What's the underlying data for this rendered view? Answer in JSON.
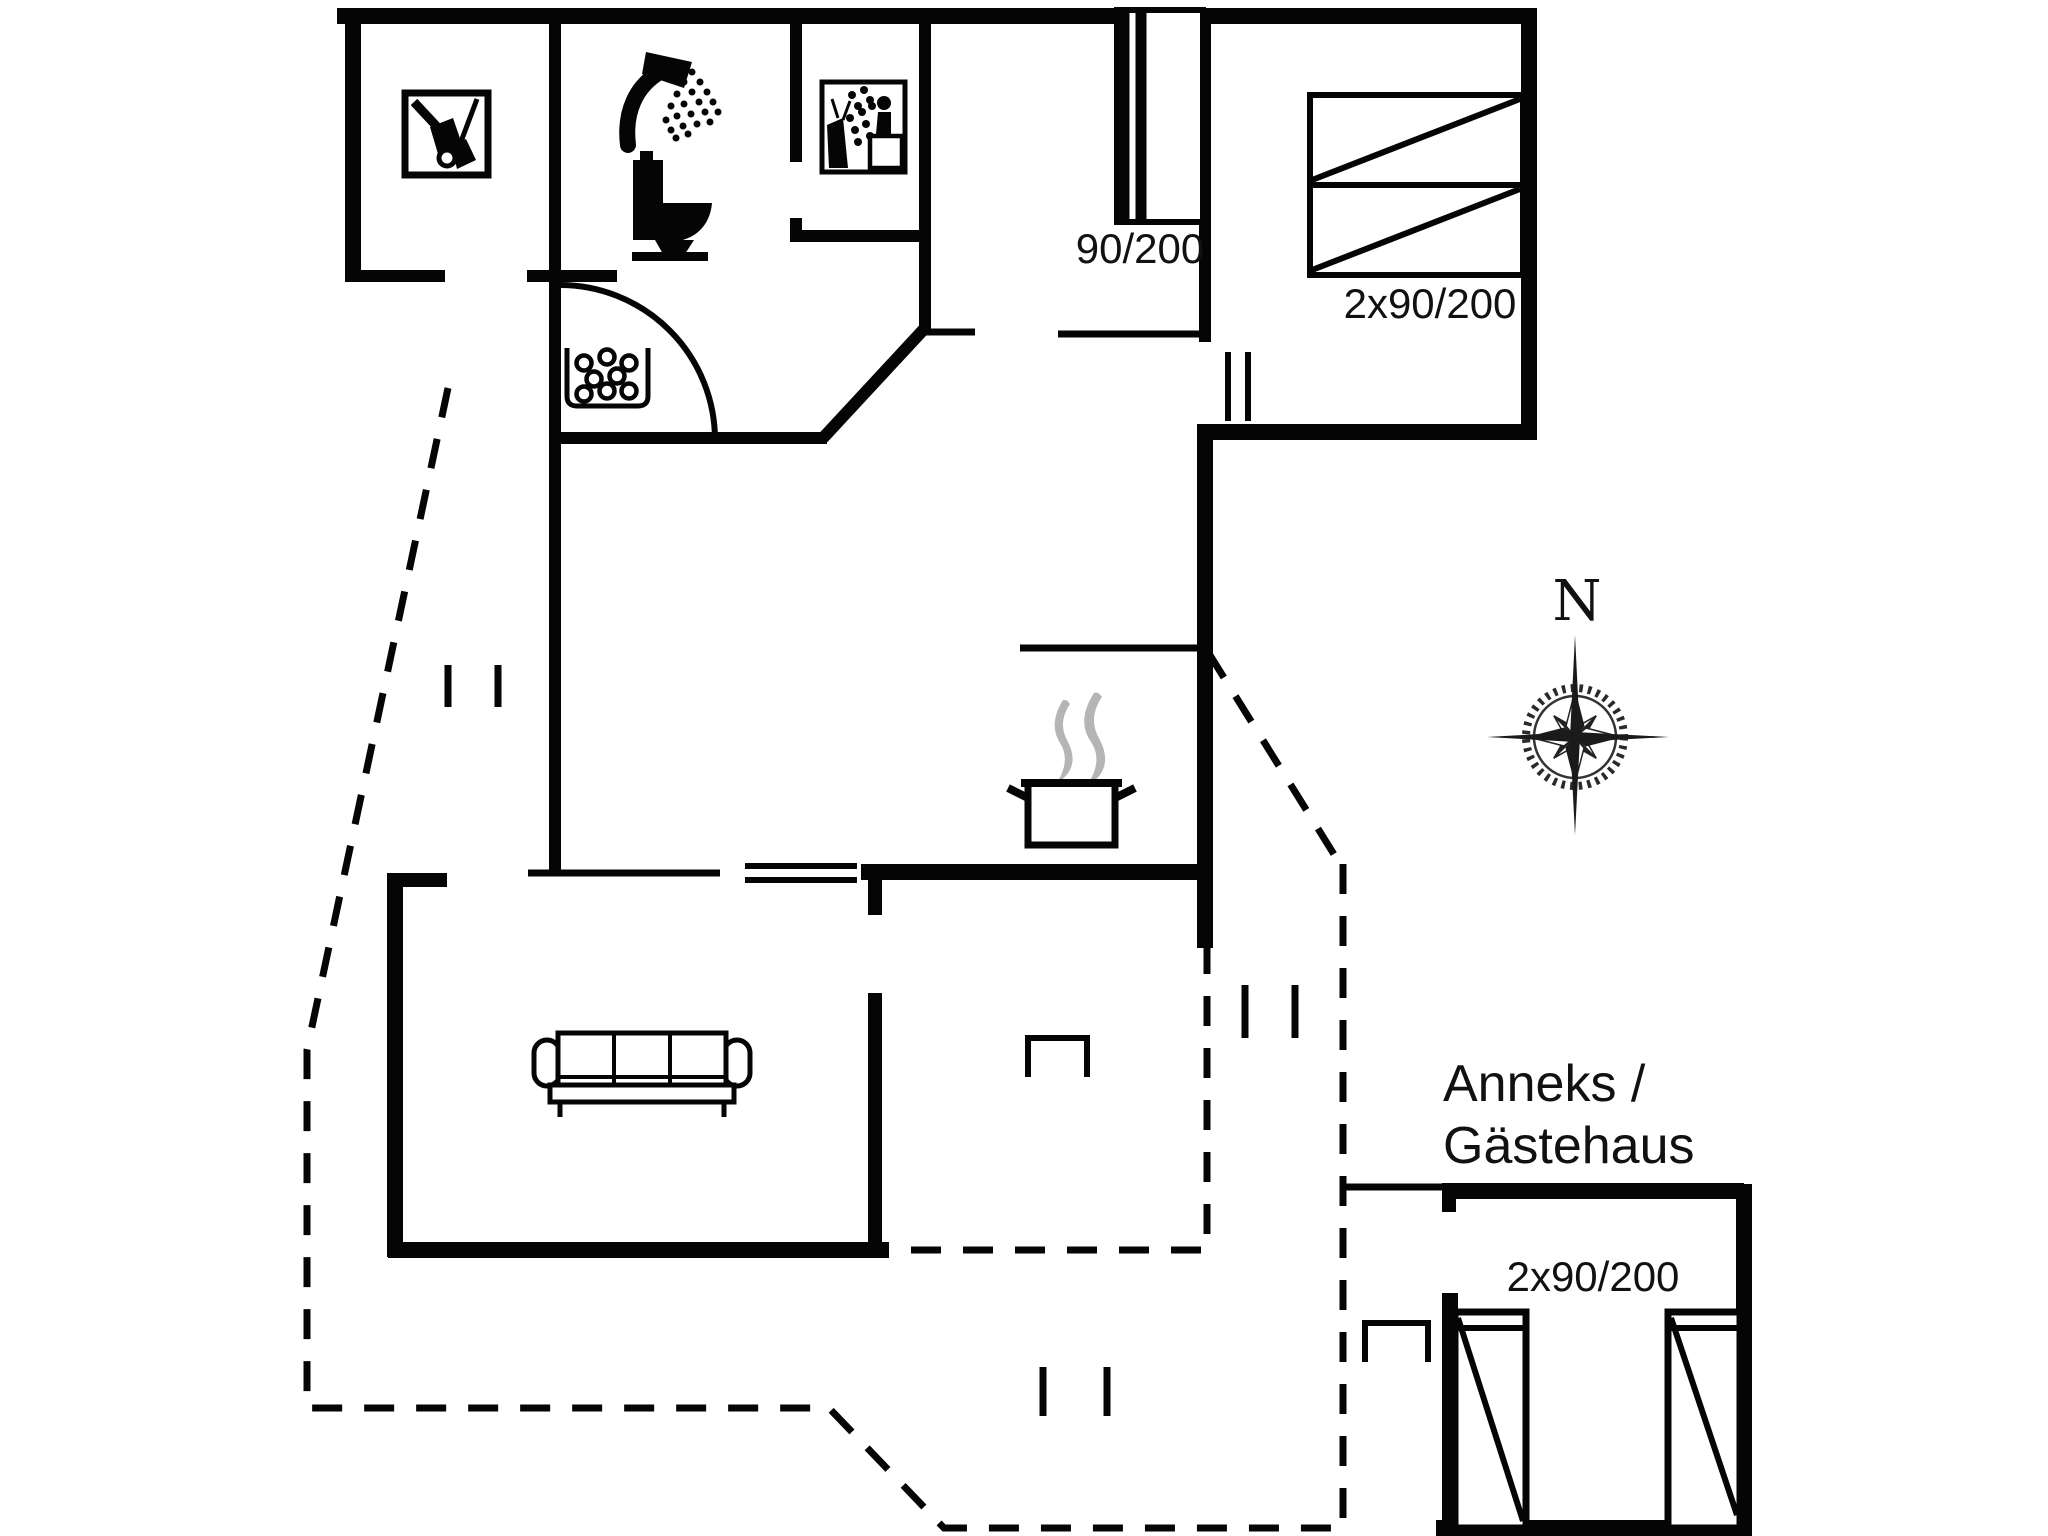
{
  "meta": {
    "kind": "holiday-house floor plan",
    "buildings": [
      "main house",
      "annex / guest house"
    ]
  },
  "labels": {
    "bed_single": "90/200",
    "bed_double_main": "2x90/200",
    "bed_double_annex": "2x90/200",
    "annex_title_1": "Anneks /",
    "annex_title_2": "Gästehaus",
    "north": "N"
  },
  "icons": {
    "utility-icon": "vacuum cleaner and broom in utility room",
    "shower-icon": "shower head with spray",
    "toilet-icon": "WC toilet side view",
    "sauna-icon": "sauna pictogram with seated person",
    "floor-drain-icon": "shower floor drain with pebbles",
    "stove-pot-icon": "cooking pot on stove",
    "steam-icon": "steam above pot",
    "sofa-icon": "three-seat sofa",
    "single-bed-icon": "single bed 90/200",
    "double-bed-icon": "double bed 2x90/200",
    "annex-beds-icon": "two single beds in annex",
    "compass-rose-icon": "compass rose pointing north",
    "door-arc-icon": "door swing arc",
    "window-icon": "double-line window marks",
    "terrace-boundary": "dashed terrace outline"
  },
  "colors": {
    "background": "#ffffff",
    "wall": "#050505",
    "steam": "#b5b5b5",
    "text": "#111111"
  }
}
